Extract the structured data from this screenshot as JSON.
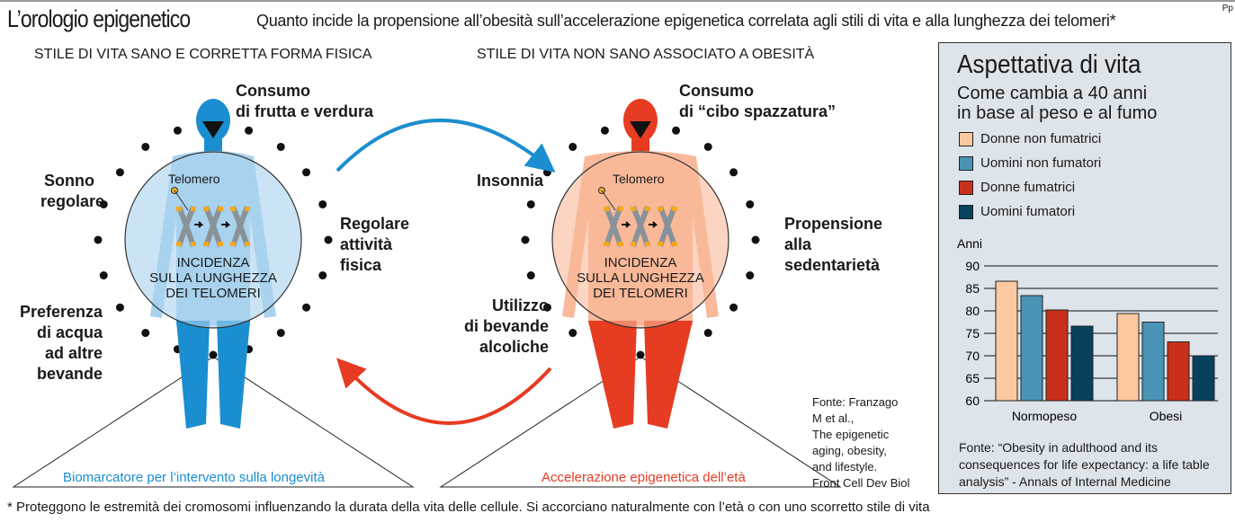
{
  "header": {
    "title": "L’orologio epigenetico",
    "subtitle": "Quanto incide la propensione all’obesità sull’accelerazione epigenetica correlata agli stili di vita e alla lunghezza dei telomeri*",
    "mark": "Pp"
  },
  "left": {
    "heading": "STILE DI VITA SANO E CORRETTA FORMA FISICA",
    "labels": [
      "Consumo",
      "di frutta e verdura",
      "Sonno",
      "regolare",
      "Regolare",
      "attività",
      "fisica",
      "Preferenza",
      "di acqua",
      "ad altre",
      "bevande"
    ],
    "telomero": "Telomero",
    "inner": [
      "INCIDENZA",
      "SULLA LUNGHEZZA",
      "DEI TELOMERI"
    ],
    "base": "Biomarcatore per l’intervento sulla longevità",
    "color": "#1a8ed0"
  },
  "right": {
    "heading": "STILE DI VITA NON SANO ASSOCIATO A OBESITÀ",
    "labels": [
      "Consumo",
      "di “cibo spazzatura”",
      "Insonnia",
      "Propensione",
      "alla",
      "sedentarietà",
      "Utilizzo",
      "di bevande",
      "alcoliche"
    ],
    "telomero": "Telomero",
    "inner": [
      "INCIDENZA",
      "SULLA LUNGHEZZA",
      "DEI TELOMERI"
    ],
    "base": "Accelerazione epigenetica dell’età",
    "color": "#e63c22"
  },
  "source": [
    "Fonte: Franzago",
    "M et al.,",
    "The epigenetic",
    "aging, obesity,",
    "and lifestyle.",
    "Front Cell Dev Biol"
  ],
  "footnote": "* Proteggono le estremità dei cromosomi influenzando la durata della vita delle cellule. Si accorciano naturalmente con l’età o con uno scorretto stile di vita",
  "panel": {
    "title": "Aspettativa di vita",
    "subtitle": [
      "Come cambia a 40 anni",
      "in base al peso e al fumo"
    ],
    "source": "Fonte: “Obesity in adulthood and its consequences for life expectancy: a life table analysis” - Annals of Internal Medicine"
  },
  "chart_data": {
    "type": "bar",
    "ylabel": "Anni",
    "ylim": [
      60,
      90
    ],
    "yticks": [
      60,
      65,
      70,
      75,
      80,
      85,
      90
    ],
    "grid": true,
    "categories": [
      "Normopeso",
      "Obesi"
    ],
    "series": [
      {
        "name": "Donne non fumatrici",
        "color": "#fcc9a0",
        "values": [
          86.6,
          79.4
        ]
      },
      {
        "name": "Uomini non fumatori",
        "color": "#4a94b6",
        "values": [
          83.4,
          77.5
        ]
      },
      {
        "name": "Donne fumatrici",
        "color": "#c9301b",
        "values": [
          80.2,
          73.1
        ]
      },
      {
        "name": "Uomini fumatori",
        "color": "#08415e",
        "values": [
          76.6,
          70.0
        ]
      }
    ]
  }
}
